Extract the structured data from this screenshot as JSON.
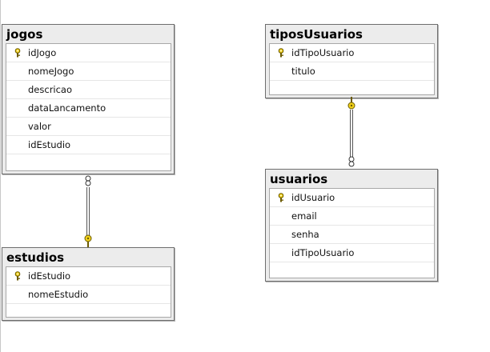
{
  "tables": {
    "jogos": {
      "title": "jogos",
      "columns": [
        {
          "name": "idJogo",
          "primary_key": true
        },
        {
          "name": "nomeJogo",
          "primary_key": false
        },
        {
          "name": "descricao",
          "primary_key": false
        },
        {
          "name": "dataLancamento",
          "primary_key": false
        },
        {
          "name": "valor",
          "primary_key": false
        },
        {
          "name": "idEstudio",
          "primary_key": false
        }
      ]
    },
    "estudios": {
      "title": "estudios",
      "columns": [
        {
          "name": "idEstudio",
          "primary_key": true
        },
        {
          "name": "nomeEstudio",
          "primary_key": false
        }
      ]
    },
    "tiposUsuarios": {
      "title": "tiposUsuarios",
      "columns": [
        {
          "name": "idTipoUsuario",
          "primary_key": true
        },
        {
          "name": "titulo",
          "primary_key": false
        }
      ]
    },
    "usuarios": {
      "title": "usuarios",
      "columns": [
        {
          "name": "idUsuario",
          "primary_key": true
        },
        {
          "name": "email",
          "primary_key": false
        },
        {
          "name": "senha",
          "primary_key": false
        },
        {
          "name": "idTipoUsuario",
          "primary_key": false
        }
      ]
    }
  },
  "relationships": [
    {
      "from": "jogos",
      "to": "estudios",
      "many_end": "jogos",
      "one_end": "estudios"
    },
    {
      "from": "usuarios",
      "to": "tiposUsuarios",
      "many_end": "usuarios",
      "one_end": "tiposUsuarios"
    }
  ],
  "colors": {
    "key_fill": "#f2d21b",
    "key_stroke": "#6b5a00",
    "header_bg": "#ececec",
    "border": "#6e6e6e"
  },
  "icons": {
    "primary_key": "key-icon",
    "one_end": "key-icon",
    "many_end": "infinity-icon"
  }
}
